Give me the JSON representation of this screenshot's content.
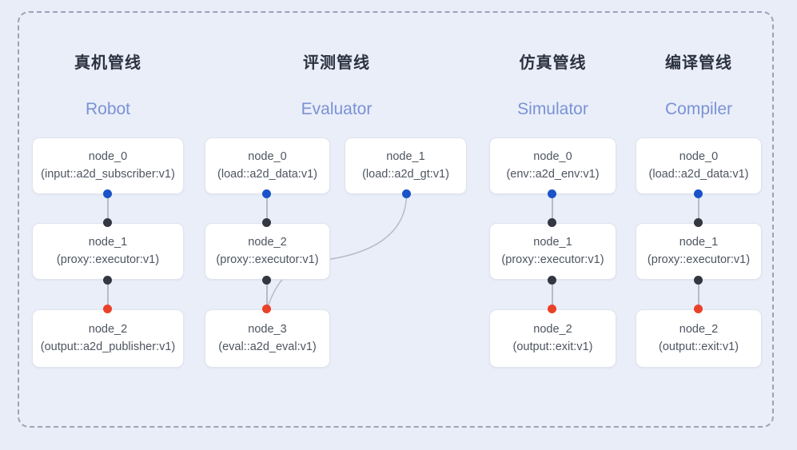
{
  "diagram": {
    "background_color": "#e8edf8",
    "frame_border_color": "#9aa3b5",
    "dot_colors": {
      "input": "#1a53c8",
      "link": "#333740",
      "output": "#ea412a"
    },
    "columns": [
      {
        "title": "真机管线",
        "subtitle": "Robot",
        "nodes": [
          {
            "name": "node_0",
            "spec": "(input::a2d_subscriber:v1)"
          },
          {
            "name": "node_1",
            "spec": "(proxy::executor:v1)"
          },
          {
            "name": "node_2",
            "spec": "(output::a2d_publisher:v1)"
          }
        ]
      },
      {
        "title": "评测管线",
        "subtitle": "Evaluator",
        "nodes": [
          {
            "name": "node_0",
            "spec": "(load::a2d_data:v1)"
          },
          {
            "name": "node_2",
            "spec": "(proxy::executor:v1)"
          },
          {
            "name": "node_3",
            "spec": "(eval::a2d_eval:v1)"
          }
        ],
        "side_nodes": [
          {
            "name": "node_1",
            "spec": "(load::a2d_gt:v1)"
          }
        ]
      },
      {
        "title": "仿真管线",
        "subtitle": "Simulator",
        "nodes": [
          {
            "name": "node_0",
            "spec": "(env::a2d_env:v1)"
          },
          {
            "name": "node_1",
            "spec": "(proxy::executor:v1)"
          },
          {
            "name": "node_2",
            "spec": "(output::exit:v1)"
          }
        ]
      },
      {
        "title": "编译管线",
        "subtitle": "Compiler",
        "nodes": [
          {
            "name": "node_0",
            "spec": "(load::a2d_data:v1)"
          },
          {
            "name": "node_1",
            "spec": "(proxy::executor:v1)"
          },
          {
            "name": "node_2",
            "spec": "(output::exit:v1)"
          }
        ]
      }
    ]
  }
}
